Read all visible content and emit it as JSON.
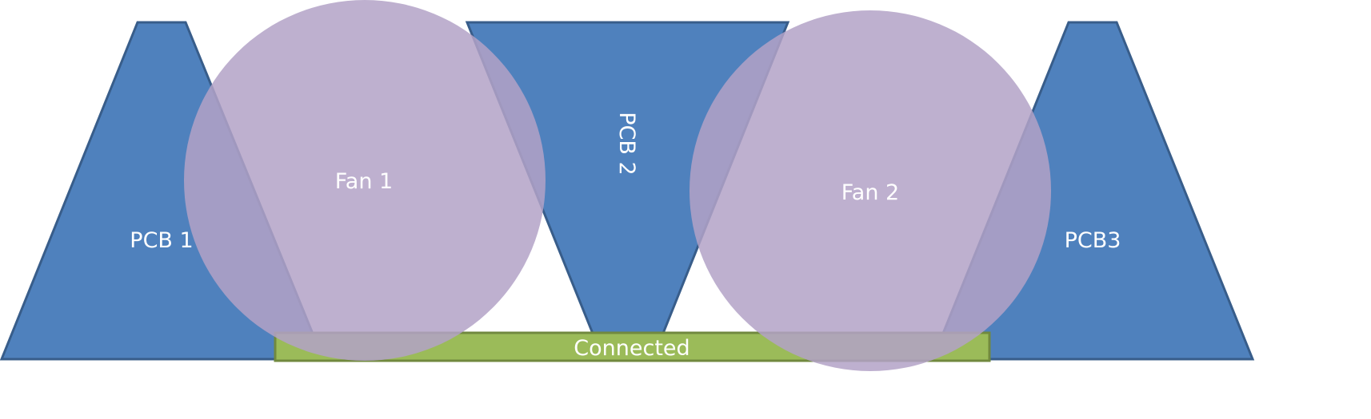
{
  "colors": {
    "pcb_fill": "#4F81BD",
    "pcb_stroke": "#385D8A",
    "fan_fill": "#B3A2C7",
    "bar_fill": "#9BBB59",
    "bar_stroke": "#71893F",
    "label": "#FFFFFF"
  },
  "pcbs": [
    {
      "label": "PCB 1"
    },
    {
      "label": "PCB 2"
    },
    {
      "label": "PCB3"
    }
  ],
  "fans": [
    {
      "label": "Fan 1"
    },
    {
      "label": "Fan 2"
    }
  ],
  "connector": {
    "label": "Connected"
  }
}
